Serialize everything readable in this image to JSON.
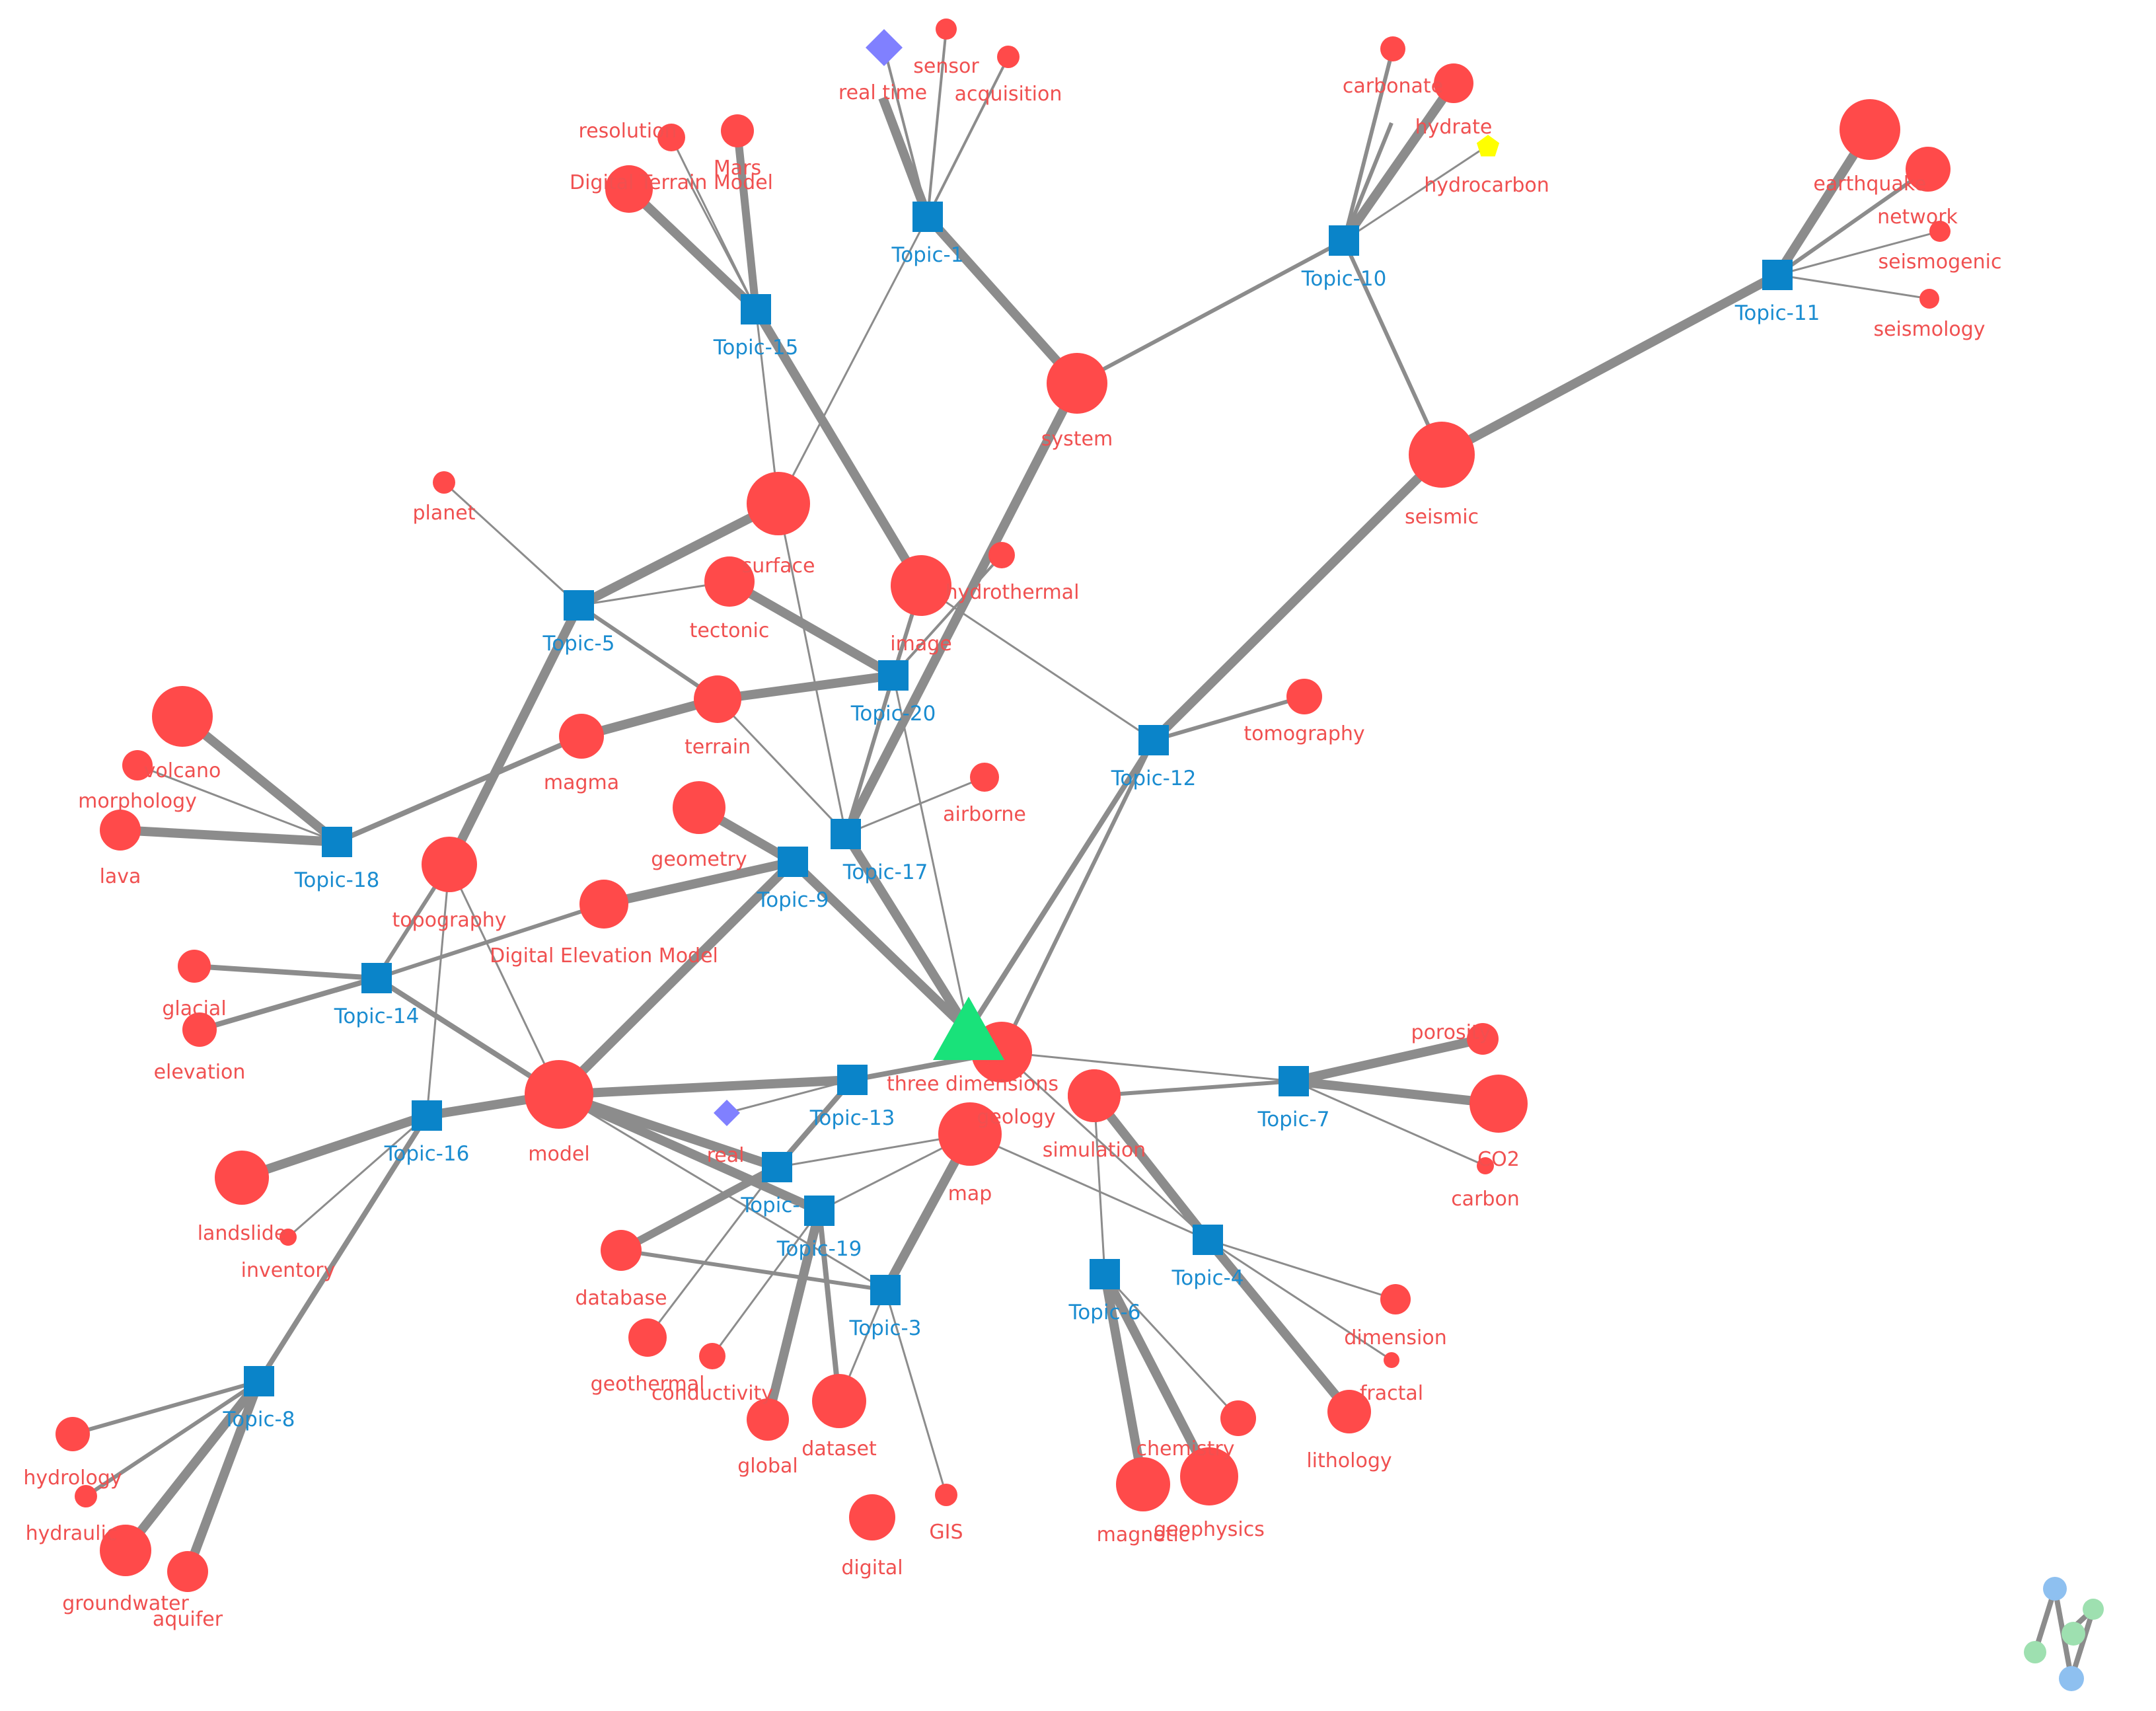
{
  "colors": {
    "term": "#ff4a4a",
    "term_label": "#f05050",
    "topic": "#0a84c9",
    "topic_label": "#1a8cd0",
    "edge": "#8c8c8c",
    "center": "#19e27a",
    "diamond": "#8080ff",
    "pentagon": "#ffff00",
    "logo_blue": "#8ec0f0",
    "logo_green": "#9ee0b0",
    "logo_line": "#8c8c8c"
  },
  "topics": [
    {
      "id": "t1",
      "label": "Topic-1"
    },
    {
      "id": "t3",
      "label": "Topic-3"
    },
    {
      "id": "t4",
      "label": "Topic-4"
    },
    {
      "id": "t5",
      "label": "Topic-5"
    },
    {
      "id": "t6",
      "label": "Topic-6"
    },
    {
      "id": "t7",
      "label": "Topic-7"
    },
    {
      "id": "t8",
      "label": "Topic-8"
    },
    {
      "id": "t9",
      "label": "Topic-9"
    },
    {
      "id": "t10",
      "label": "Topic-10"
    },
    {
      "id": "t11",
      "label": "Topic-11"
    },
    {
      "id": "t12",
      "label": "Topic-12"
    },
    {
      "id": "t13",
      "label": "Topic-13"
    },
    {
      "id": "t14",
      "label": "Topic-14"
    },
    {
      "id": "t15",
      "label": "Topic-15"
    },
    {
      "id": "t16",
      "label": "Topic-16"
    },
    {
      "id": "t17",
      "label": "Topic-17"
    },
    {
      "id": "t18",
      "label": "Topic-18"
    },
    {
      "id": "t19",
      "label": "Topic-19"
    },
    {
      "id": "t20",
      "label": "Topic-20"
    },
    {
      "id": "t2",
      "label": "Topic-"
    }
  ],
  "terms": [
    {
      "id": "sensor",
      "label": "sensor"
    },
    {
      "id": "realtime",
      "label": "real time"
    },
    {
      "id": "acquisition",
      "label": "acquisition"
    },
    {
      "id": "dtm",
      "label": "Digital Terrain Model"
    },
    {
      "id": "mars",
      "label": "Mars"
    },
    {
      "id": "resolution",
      "label": "resolution"
    },
    {
      "id": "carbonate",
      "label": "carbonate"
    },
    {
      "id": "hydrate",
      "label": "hydrate"
    },
    {
      "id": "hydrocarbon",
      "label": "hydrocarbon"
    },
    {
      "id": "earthquake",
      "label": "earthquake"
    },
    {
      "id": "network",
      "label": "network"
    },
    {
      "id": "seismogenic",
      "label": "seismogenic"
    },
    {
      "id": "seismology",
      "label": "seismology"
    },
    {
      "id": "system",
      "label": "system"
    },
    {
      "id": "seismic",
      "label": "seismic"
    },
    {
      "id": "surface",
      "label": "surface"
    },
    {
      "id": "planet",
      "label": "planet"
    },
    {
      "id": "tectonic",
      "label": "tectonic"
    },
    {
      "id": "image",
      "label": "image"
    },
    {
      "id": "hydrothermal",
      "label": "hydrothermal"
    },
    {
      "id": "terrain",
      "label": "terrain"
    },
    {
      "id": "magma",
      "label": "magma"
    },
    {
      "id": "tomography",
      "label": "tomography"
    },
    {
      "id": "volcano",
      "label": "volcano"
    },
    {
      "id": "morphology",
      "label": "morphology"
    },
    {
      "id": "lava",
      "label": "lava"
    },
    {
      "id": "geometry",
      "label": "geometry"
    },
    {
      "id": "airborne",
      "label": "airborne"
    },
    {
      "id": "topography",
      "label": "topography"
    },
    {
      "id": "dem",
      "label": "Digital Elevation Model"
    },
    {
      "id": "glacial",
      "label": "glacial"
    },
    {
      "id": "elevation",
      "label": "elevation"
    },
    {
      "id": "model",
      "label": "model"
    },
    {
      "id": "threedim",
      "label": "three dimensions"
    },
    {
      "id": "geology",
      "label": "geology"
    },
    {
      "id": "simulation",
      "label": "simulation"
    },
    {
      "id": "porosity",
      "label": "porosity"
    },
    {
      "id": "co2",
      "label": "CO2"
    },
    {
      "id": "carbon",
      "label": "carbon"
    },
    {
      "id": "real",
      "label": "real"
    },
    {
      "id": "map",
      "label": "map"
    },
    {
      "id": "landslide",
      "label": "landslide"
    },
    {
      "id": "inventory",
      "label": "inventory"
    },
    {
      "id": "database",
      "label": "database"
    },
    {
      "id": "geothermal",
      "label": "geothermal"
    },
    {
      "id": "conductivity",
      "label": "conductivity"
    },
    {
      "id": "global",
      "label": "global"
    },
    {
      "id": "dataset",
      "label": "dataset"
    },
    {
      "id": "gis",
      "label": "GIS"
    },
    {
      "id": "digital",
      "label": "digital"
    },
    {
      "id": "dimension",
      "label": "dimension"
    },
    {
      "id": "fractal",
      "label": "fractal"
    },
    {
      "id": "chemistry",
      "label": "chemistry"
    },
    {
      "id": "lithology",
      "label": "lithology"
    },
    {
      "id": "magnetic",
      "label": "magnetic"
    },
    {
      "id": "geophysics",
      "label": "geophysics"
    },
    {
      "id": "hydrology",
      "label": "hydrology"
    },
    {
      "id": "hydraulic",
      "label": "hydraulic"
    },
    {
      "id": "groundwater",
      "label": "groundwater"
    },
    {
      "id": "aquifer",
      "label": "aquifer"
    }
  ],
  "edges": [
    {
      "s": "t1",
      "t": "sensor",
      "w": 4
    },
    {
      "s": "t1",
      "t": "realtime",
      "w": 14
    },
    {
      "s": "t1",
      "t": "acquisition",
      "w": 4
    },
    {
      "s": "t1",
      "t": "diamond1",
      "w": 4
    },
    {
      "s": "t1",
      "t": "system",
      "w": 14
    },
    {
      "s": "t1",
      "t": "surface",
      "w": 3
    },
    {
      "s": "t15",
      "t": "dtm",
      "w": 14
    },
    {
      "s": "t15",
      "t": "mars",
      "w": 12
    },
    {
      "s": "t15",
      "t": "resolution",
      "w": 3
    },
    {
      "s": "t15",
      "t": "dtm_mid",
      "w": 3
    },
    {
      "s": "t15",
      "t": "surface",
      "w": 3
    },
    {
      "s": "t15",
      "t": "image",
      "w": 14
    },
    {
      "s": "t10",
      "t": "carbonate",
      "w": 6
    },
    {
      "s": "t10",
      "t": "hydrate",
      "w": 14
    },
    {
      "s": "t10",
      "t": "hydrocarbon",
      "w": 3
    },
    {
      "s": "t10",
      "t": "carb2",
      "w": 6
    },
    {
      "s": "t10",
      "t": "system",
      "w": 6
    },
    {
      "s": "t10",
      "t": "seismic",
      "w": 6
    },
    {
      "s": "t11",
      "t": "earthquake",
      "w": 14
    },
    {
      "s": "t11",
      "t": "network",
      "w": 6
    },
    {
      "s": "t11",
      "t": "seismogenic",
      "w": 3
    },
    {
      "s": "t11",
      "t": "seismology",
      "w": 3
    },
    {
      "s": "t11",
      "t": "seismic",
      "w": 14
    },
    {
      "s": "system",
      "t": "t17",
      "w": 14
    },
    {
      "s": "t12",
      "t": "seismic",
      "w": 14
    },
    {
      "s": "t12",
      "t": "tomography",
      "w": 6
    },
    {
      "s": "t12",
      "t": "center",
      "w": 8
    },
    {
      "s": "t12",
      "t": "threedim",
      "w": 6
    },
    {
      "s": "t12",
      "t": "image",
      "w": 3
    },
    {
      "s": "t5",
      "t": "planet",
      "w": 3
    },
    {
      "s": "t5",
      "t": "surface",
      "w": 14
    },
    {
      "s": "t5",
      "t": "tectonic",
      "w": 3
    },
    {
      "s": "t5",
      "t": "terrain",
      "w": 6
    },
    {
      "s": "t5",
      "t": "topography",
      "w": 14
    },
    {
      "s": "t20",
      "t": "terrain",
      "w": 14
    },
    {
      "s": "t20",
      "t": "tectonic",
      "w": 14
    },
    {
      "s": "t20",
      "t": "image",
      "w": 6
    },
    {
      "s": "t20",
      "t": "t17",
      "w": 6
    },
    {
      "s": "t20",
      "t": "hydrothermal",
      "w": 4
    },
    {
      "s": "t20",
      "t": "center",
      "w": 3
    },
    {
      "s": "terrain",
      "t": "magma",
      "w": 14
    },
    {
      "s": "t18",
      "t": "volcano",
      "w": 14
    },
    {
      "s": "t18",
      "t": "morphology",
      "w": 3
    },
    {
      "s": "t18",
      "t": "lava",
      "w": 14
    },
    {
      "s": "t18",
      "t": "magma",
      "w": 8
    },
    {
      "s": "t17",
      "t": "terrain",
      "w": 3
    },
    {
      "s": "t17",
      "t": "airborne",
      "w": 3
    },
    {
      "s": "t17",
      "t": "surface",
      "w": 3
    },
    {
      "s": "t17",
      "t": "center",
      "w": 14
    },
    {
      "s": "t9",
      "t": "geometry",
      "w": 14
    },
    {
      "s": "t9",
      "t": "model",
      "w": 14
    },
    {
      "s": "t9",
      "t": "center",
      "w": 14
    },
    {
      "s": "t9",
      "t": "dem",
      "w": 14
    },
    {
      "s": "t14",
      "t": "glacial",
      "w": 8
    },
    {
      "s": "t14",
      "t": "elevation",
      "w": 8
    },
    {
      "s": "t14",
      "t": "dem",
      "w": 6
    },
    {
      "s": "t14",
      "t": "model",
      "w": 8
    },
    {
      "s": "t14",
      "t": "topography",
      "w": 6
    },
    {
      "s": "t16",
      "t": "landslide",
      "w": 14
    },
    {
      "s": "t16",
      "t": "inventory",
      "w": 3
    },
    {
      "s": "t16",
      "t": "model",
      "w": 14
    },
    {
      "s": "t16",
      "t": "topography",
      "w": 3
    },
    {
      "s": "t16",
      "t": "t8",
      "w": 8
    },
    {
      "s": "topography",
      "t": "model",
      "w": 3
    },
    {
      "s": "t13",
      "t": "model",
      "w": 14
    },
    {
      "s": "t13",
      "t": "threedim",
      "w": 8
    },
    {
      "s": "t13",
      "t": "real",
      "w": 3
    },
    {
      "s": "t13",
      "t": "t2",
      "w": 8
    },
    {
      "s": "t2",
      "t": "model",
      "w": 14
    },
    {
      "s": "t2",
      "t": "map",
      "w": 3
    },
    {
      "s": "t2",
      "t": "geothermal",
      "w": 3
    },
    {
      "s": "t2",
      "t": "database",
      "w": 12
    },
    {
      "s": "t19",
      "t": "model",
      "w": 14
    },
    {
      "s": "t19",
      "t": "global",
      "w": 14
    },
    {
      "s": "t19",
      "t": "dataset",
      "w": 8
    },
    {
      "s": "t19",
      "t": "map",
      "w": 3
    },
    {
      "s": "t19",
      "t": "conductivity",
      "w": 3
    },
    {
      "s": "t3",
      "t": "database",
      "w": 6
    },
    {
      "s": "t3",
      "t": "map",
      "w": 14
    },
    {
      "s": "t3",
      "t": "dataset",
      "w": 3
    },
    {
      "s": "t3",
      "t": "gis",
      "w": 3
    },
    {
      "s": "t3",
      "t": "model",
      "w": 3
    },
    {
      "s": "t7",
      "t": "simulation",
      "w": 6
    },
    {
      "s": "t7",
      "t": "porosity",
      "w": 14
    },
    {
      "s": "t7",
      "t": "co2",
      "w": 14
    },
    {
      "s": "t7",
      "t": "carbon",
      "w": 3
    },
    {
      "s": "t7",
      "t": "threedim",
      "w": 3
    },
    {
      "s": "t4",
      "t": "geology",
      "w": 14
    },
    {
      "s": "t4",
      "t": "dimension",
      "w": 3
    },
    {
      "s": "t4",
      "t": "fractal",
      "w": 3
    },
    {
      "s": "t4",
      "t": "lithology",
      "w": 14
    },
    {
      "s": "t4",
      "t": "map",
      "w": 3
    },
    {
      "s": "t4",
      "t": "threedim",
      "w": 3
    },
    {
      "s": "t6",
      "t": "magnetic",
      "w": 14
    },
    {
      "s": "t6",
      "t": "geophysics",
      "w": 14
    },
    {
      "s": "t6",
      "t": "chemistry",
      "w": 3
    },
    {
      "s": "t6",
      "t": "geology",
      "w": 3
    },
    {
      "s": "t8",
      "t": "hydrology",
      "w": 6
    },
    {
      "s": "t8",
      "t": "hydraulic",
      "w": 6
    },
    {
      "s": "t8",
      "t": "groundwater",
      "w": 14
    },
    {
      "s": "t8",
      "t": "aquifer",
      "w": 14
    }
  ]
}
